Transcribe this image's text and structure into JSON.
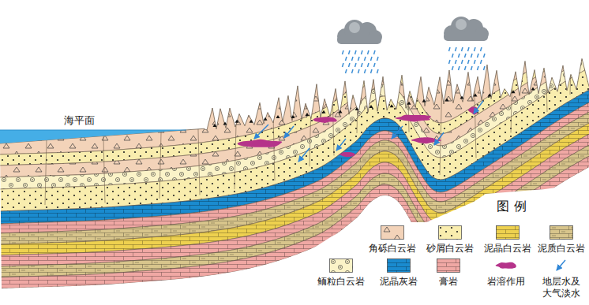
{
  "diagram": {
    "labels": [
      "海平面",
      "图 例"
    ],
    "legend": [
      {
        "text": "角砾白云岩",
        "color": "#f3d3b9"
      },
      {
        "text": "砂屑白云岩",
        "color": "#f9edae"
      },
      {
        "text": "泥晶白云岩",
        "color": "#eed14f"
      },
      {
        "text": "泥质白云岩",
        "color": "#d8c58c"
      },
      {
        "text": "鲕粒白云岩",
        "color": "#fbf3c8"
      },
      {
        "text": "泥晶灰岩",
        "color": "#1a8bcf"
      },
      {
        "text": "膏岩",
        "color": "#f0a8a4"
      },
      {
        "text": "岩溶作用"
      },
      {
        "text": "地层水及大气淡水"
      }
    ]
  }
}
